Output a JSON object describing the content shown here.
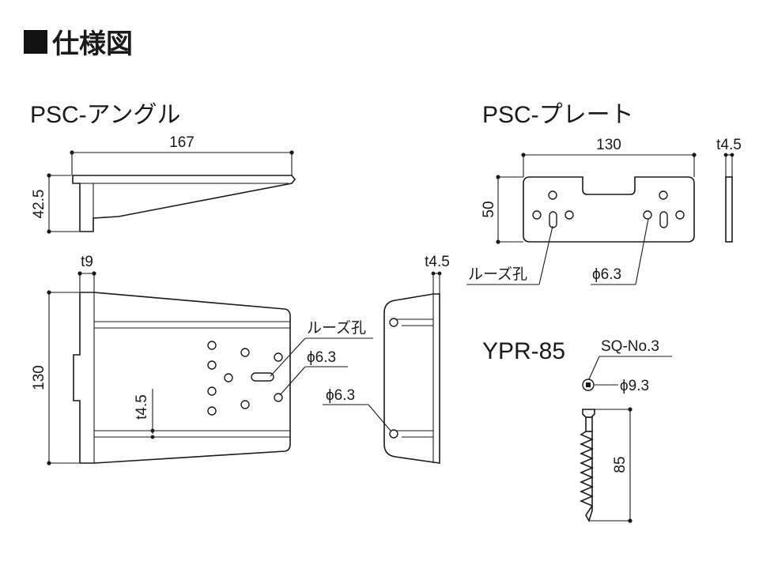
{
  "heading": "仕様図",
  "parts": {
    "angle": {
      "title": "PSC-アングル",
      "dim_length": "167",
      "dim_height": "42.5",
      "dim_width": "130",
      "dim_t9": "t9",
      "dim_t45_side": "t4.5",
      "dim_t45_inner": "t4.5",
      "label_loose": "ルーズ孔",
      "label_hole1": "ϕ6.3",
      "label_hole2": "ϕ6.3"
    },
    "plate": {
      "title": "PSC-プレート",
      "dim_length": "130",
      "dim_height": "50",
      "dim_thickness": "t4.5",
      "label_loose": "ルーズ孔",
      "label_hole": "ϕ6.3"
    },
    "screw": {
      "title": "YPR-85",
      "label_drive": "SQ-No.3",
      "label_head": "ϕ9.3",
      "dim_length": "85"
    }
  }
}
